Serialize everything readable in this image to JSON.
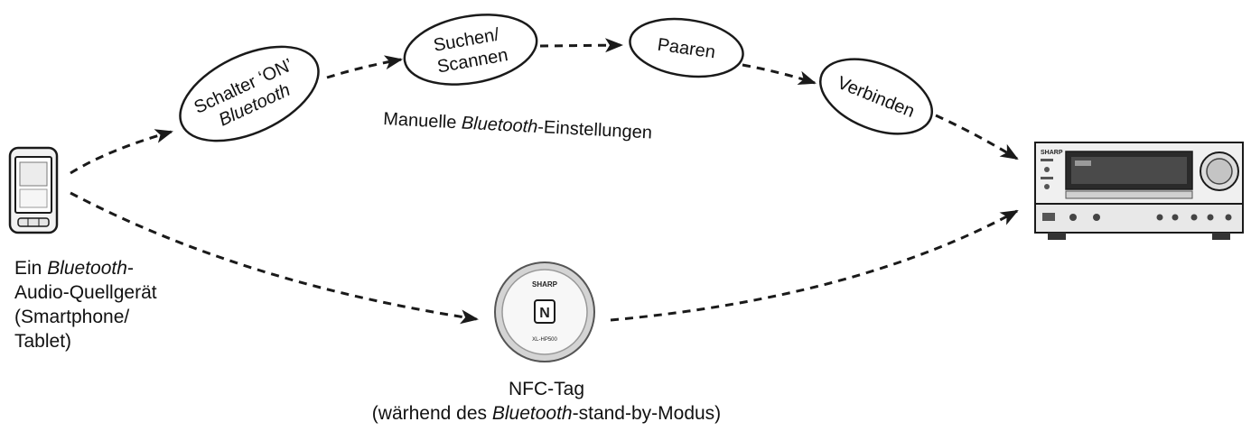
{
  "steps": {
    "switch_on": {
      "line1": "Schalter ‘ON’",
      "line2": "Bluetooth"
    },
    "search": {
      "line1": "Suchen/",
      "line2": "Scannen"
    },
    "pair": {
      "label": "Paaren"
    },
    "connect": {
      "label": "Verbinden"
    }
  },
  "manual_settings": {
    "prefix": "Manuelle ",
    "italic": "Bluetooth",
    "suffix": "-Einstellungen"
  },
  "source_device": {
    "line1_prefix": "Ein ",
    "line1_italic": "Bluetooth",
    "line1_suffix": "-",
    "line2": "Audio-Quellgerät",
    "line3": "(Smartphone/",
    "line4": "Tablet)"
  },
  "nfc": {
    "title": "NFC-Tag",
    "note_prefix": "(wärhend des ",
    "note_italic": "Bluetooth",
    "note_suffix": "-stand-by-Modus)",
    "tag_brand": "SHARP",
    "tag_model": "XL-HP500",
    "tag_symbol": "N"
  },
  "receiver": {
    "brand": "SHARP"
  },
  "colors": {
    "line": "#1a1a1a",
    "tag_ring": "#cfcfcf",
    "device_body": "#f2f2f2"
  }
}
